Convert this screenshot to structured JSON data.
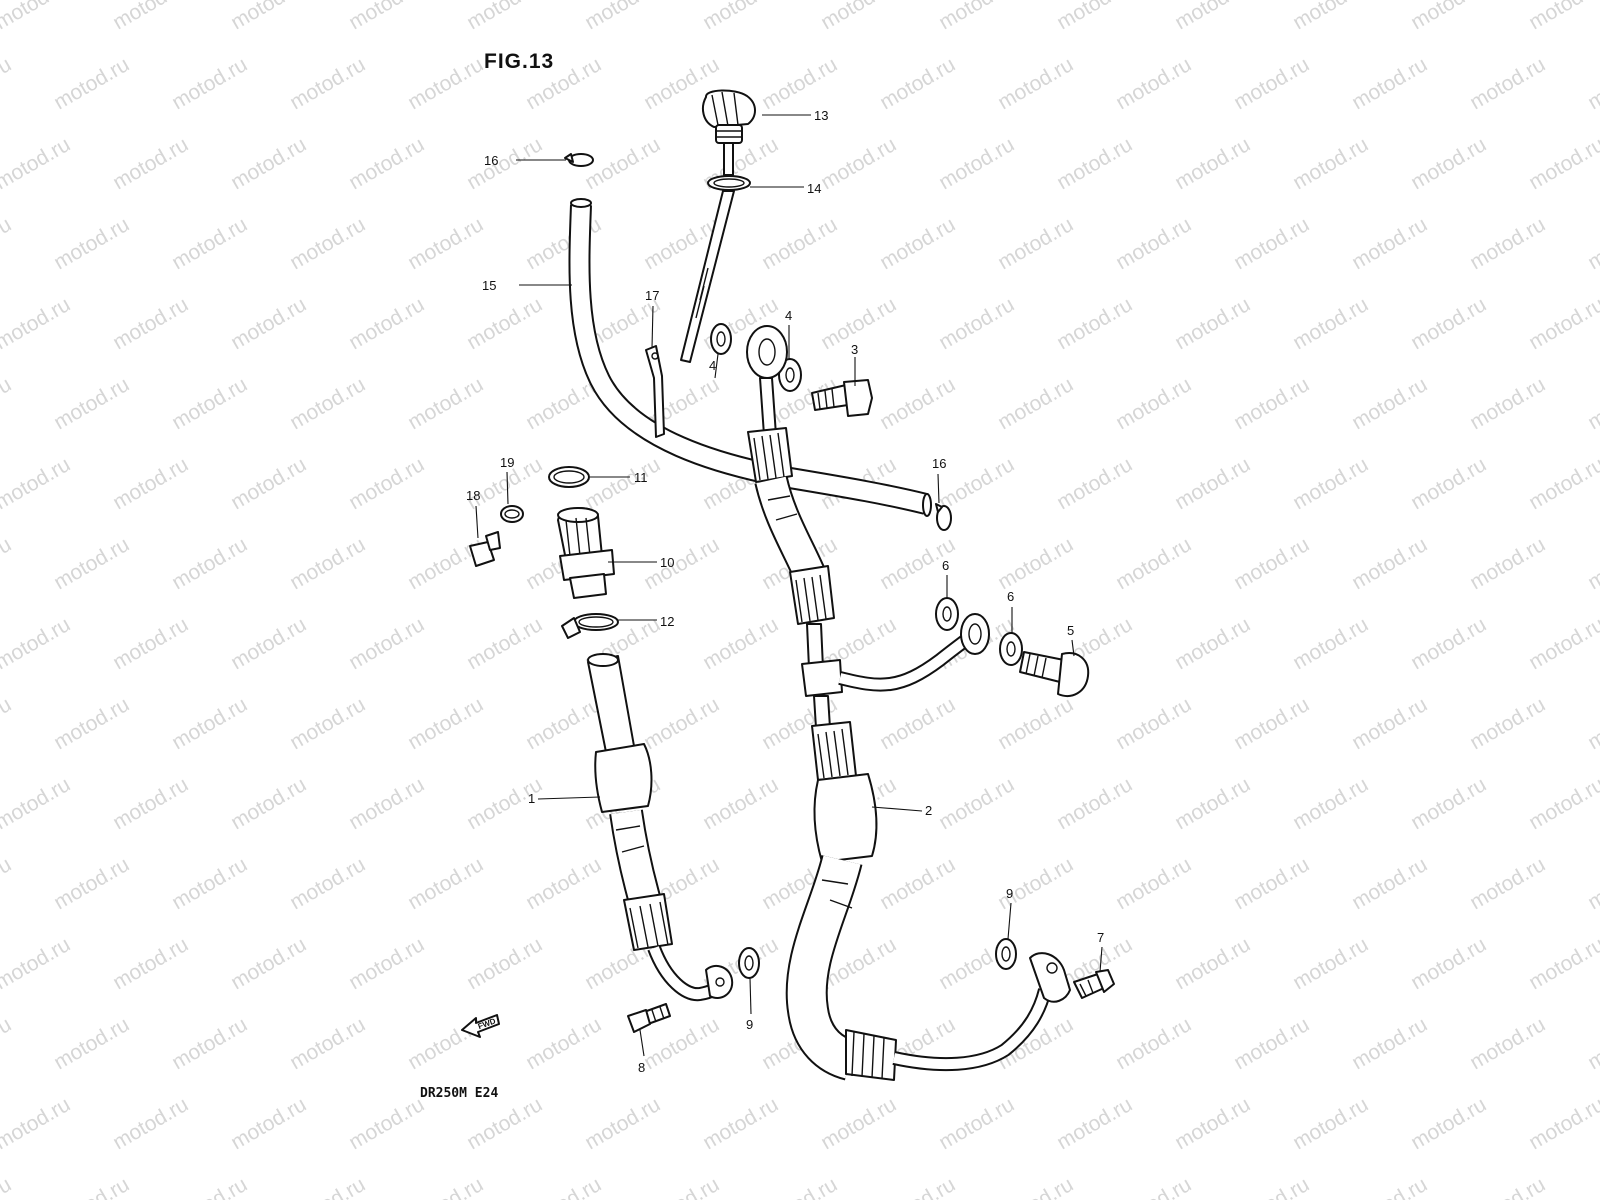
{
  "figure": {
    "title": "FIG.13",
    "model_code": "DR250M E24",
    "watermark": "motod.ru",
    "direction_arrow": "FWD",
    "direction_arrow_icon": "fwd-arrow-icon"
  },
  "callouts": [
    {
      "id": "c1",
      "label": "1"
    },
    {
      "id": "c2",
      "label": "2"
    },
    {
      "id": "c3",
      "label": "3"
    },
    {
      "id": "c4a",
      "label": "4"
    },
    {
      "id": "c4b",
      "label": "4"
    },
    {
      "id": "c5",
      "label": "5"
    },
    {
      "id": "c6a",
      "label": "6"
    },
    {
      "id": "c6b",
      "label": "6"
    },
    {
      "id": "c7",
      "label": "7"
    },
    {
      "id": "c8",
      "label": "8"
    },
    {
      "id": "c9a",
      "label": "9"
    },
    {
      "id": "c9b",
      "label": "9"
    },
    {
      "id": "c10",
      "label": "10"
    },
    {
      "id": "c11",
      "label": "11"
    },
    {
      "id": "c12",
      "label": "12"
    },
    {
      "id": "c13",
      "label": "13"
    },
    {
      "id": "c14",
      "label": "14"
    },
    {
      "id": "c15",
      "label": "15"
    },
    {
      "id": "c16a",
      "label": "16"
    },
    {
      "id": "c16b",
      "label": "16"
    },
    {
      "id": "c17",
      "label": "17"
    },
    {
      "id": "c18",
      "label": "18"
    },
    {
      "id": "c19",
      "label": "19"
    }
  ],
  "colors": {
    "line": "#111111",
    "background": "#ffffff",
    "watermark": "#d6d6d6"
  }
}
